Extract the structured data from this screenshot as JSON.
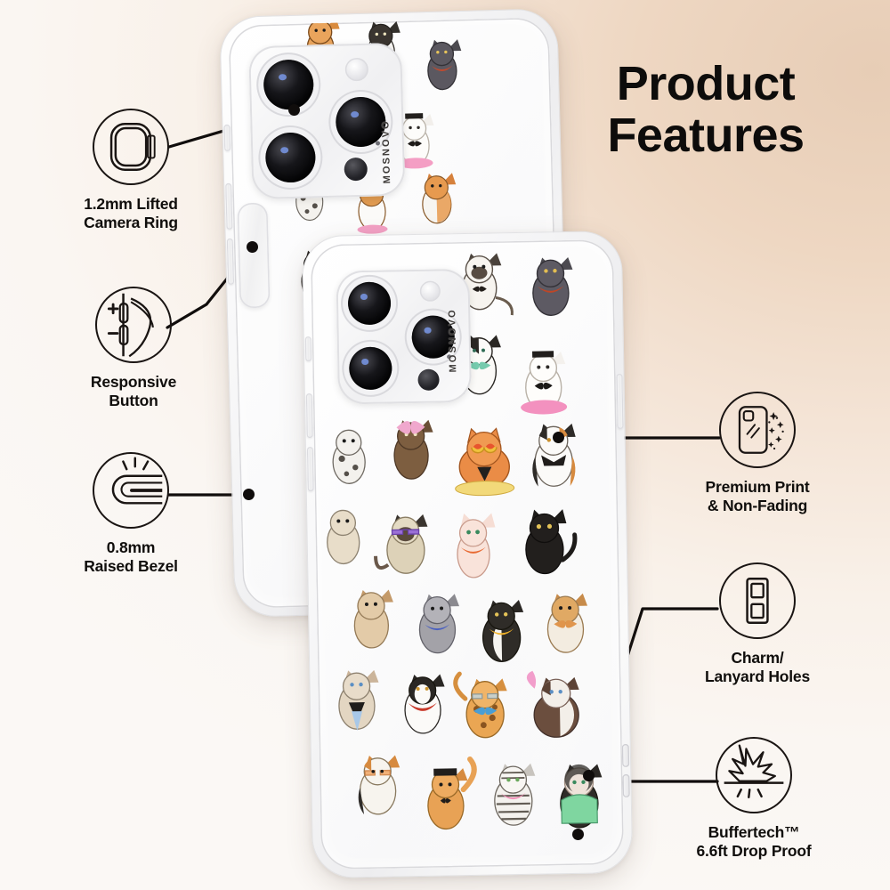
{
  "header": {
    "title_line1": "Product",
    "title_line2": "Features"
  },
  "brand": {
    "name": "MOSNOVO"
  },
  "features_left": [
    {
      "id": "camera-ring",
      "icon": "camera-ring-icon",
      "label_line1": "1.2mm Lifted",
      "label_line2": "Camera Ring"
    },
    {
      "id": "responsive-button",
      "icon": "volume-buttons-icon",
      "label_line1": "Responsive",
      "label_line2": "Button"
    },
    {
      "id": "raised-bezel",
      "icon": "raised-bezel-icon",
      "label_line1": "0.8mm",
      "label_line2": "Raised Bezel"
    }
  ],
  "features_right": [
    {
      "id": "premium-print",
      "icon": "print-sparkle-icon",
      "label_line1": "Premium Print",
      "label_line2": "& Non-Fading"
    },
    {
      "id": "charm-holes",
      "icon": "lanyard-holes-icon",
      "label_line1": "Charm/",
      "label_line2": "Lanyard Holes"
    },
    {
      "id": "drop-proof",
      "icon": "impact-shock-icon",
      "label_line1": "Buffertech™",
      "label_line2": "6.6ft Drop Proof"
    }
  ],
  "product": {
    "type": "clear phone case",
    "pattern": "cat illustrations",
    "views": [
      "back-angled",
      "front"
    ]
  },
  "colors": {
    "background_warm": "#e7cdb6",
    "background_light": "#faf6f2",
    "ink": "#100e0c",
    "case_clear": "#f4f4f6"
  }
}
